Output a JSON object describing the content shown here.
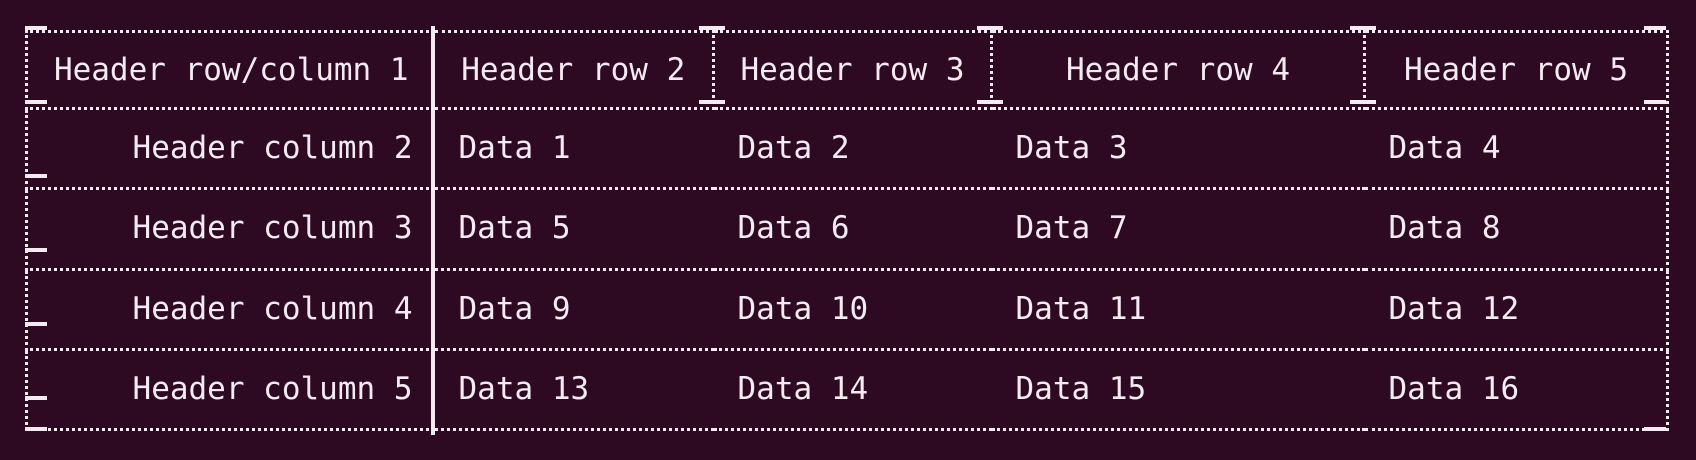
{
  "terminal": {
    "background_color": "#2d0a22",
    "text_color": "#f3ebf1",
    "border_color": "#f3ebf1"
  },
  "table": {
    "header_row": [
      "Header row/column 1",
      "Header row 2",
      "Header row 3",
      "Header row 4",
      "Header row 5"
    ],
    "rows": [
      {
        "header": "Header column 2",
        "cells": [
          "Data 1",
          "Data 2",
          "Data 3",
          "Data 4"
        ]
      },
      {
        "header": "Header column 3",
        "cells": [
          "Data 5",
          "Data 6",
          "Data 7",
          "Data 8"
        ]
      },
      {
        "header": "Header column 4",
        "cells": [
          "Data 9",
          "Data 10",
          "Data 11",
          "Data 12"
        ]
      },
      {
        "header": "Header column 5",
        "cells": [
          "Data 13",
          "Data 14",
          "Data 15",
          "Data 16"
        ]
      }
    ]
  }
}
